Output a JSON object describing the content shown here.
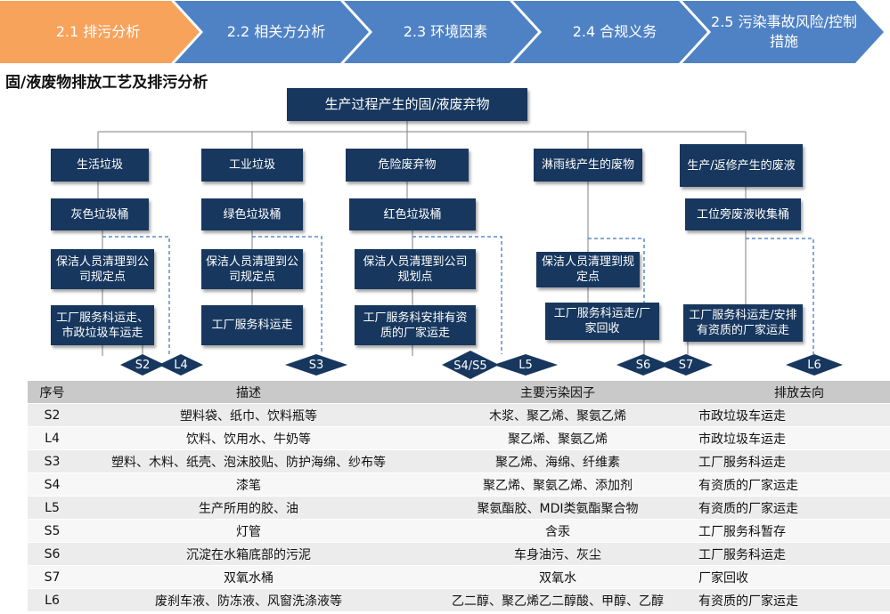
{
  "nav": {
    "steps": [
      {
        "label": "2.1 排污分析",
        "active": true
      },
      {
        "label": "2.2 相关方分析",
        "active": false
      },
      {
        "label": "2.3 环境因素",
        "active": false
      },
      {
        "label": "2.4 合规义务",
        "active": false
      },
      {
        "label": "2.5 污染事故风险/控制措施",
        "active": false
      }
    ],
    "colors": {
      "active": "#F7A35C",
      "inactive": "#4F82C4"
    }
  },
  "section_title": "固/液废物排放工艺及排污分析",
  "diagram": {
    "root": "生产过程产生的固/液废弃物",
    "columns": [
      {
        "category": "生活垃圾",
        "container": "灰色垃圾桶",
        "collect": "保洁人员清理到公司规定点",
        "transport": "工厂服务科运走、市政垃圾车运走",
        "tags": [
          "S2",
          "L4"
        ]
      },
      {
        "category": "工业垃圾",
        "container": "绿色垃圾桶",
        "collect": "保洁人员清理到公司规定点",
        "transport": "工厂服务科运走",
        "tags": [
          "S3"
        ]
      },
      {
        "category": "危险废弃物",
        "container": "红色垃圾桶",
        "collect": "保洁人员清理到公司规划点",
        "transport": "工厂服务科安排有资质的厂家运走",
        "tags": [
          "S4/S5",
          "L5"
        ]
      },
      {
        "category": "淋雨线产生的废物",
        "container": "",
        "collect": "保洁人员清理到规定点",
        "transport": "工厂服务科运走/厂家回收",
        "tags": [
          "S6",
          "S7"
        ]
      },
      {
        "category": "生产/返修产生的废液",
        "container": "工位旁废液收集桶",
        "collect": "",
        "transport": "工厂服务科运走/安排有资质的厂家运走",
        "tags": [
          "L6"
        ]
      }
    ],
    "colors": {
      "box": "#17375E",
      "line": "#7F7F7F",
      "dash": "#5B8BC9"
    }
  },
  "table": {
    "headers": [
      "序号",
      "描述",
      "主要污染因子",
      "排放去向"
    ],
    "rows": [
      [
        "S2",
        "塑料袋、纸巾、饮料瓶等",
        "木浆、聚乙烯、聚氨乙烯",
        "市政垃圾车运走"
      ],
      [
        "L4",
        "饮料、饮用水、牛奶等",
        "聚乙烯、聚氨乙烯",
        "市政垃圾车运走"
      ],
      [
        "S3",
        "塑料、木料、纸壳、泡沫胶贴、防护海绵、纱布等",
        "聚乙烯、海绵、纤维素",
        "工厂服务科运走"
      ],
      [
        "S4",
        "漆笔",
        "聚乙烯、聚氨乙烯、添加剂",
        "有资质的厂家运走"
      ],
      [
        "L5",
        "生产所用的胶、油",
        "聚氨酯胶、MDI类氨酯聚合物",
        "有资质的厂家运走"
      ],
      [
        "S5",
        "灯管",
        "含汞",
        "工厂服务科暂存"
      ],
      [
        "S6",
        "沉淀在水箱底部的污泥",
        "车身油污、灰尘",
        "工厂服务科运走"
      ],
      [
        "S7",
        "双氧水桶",
        "双氧水",
        "厂家回收"
      ],
      [
        "L6",
        "废刹车液、防冻液、风窗洗涤液等",
        "乙二醇、聚乙烯乙二醇酸、甲醇、乙醇",
        "有资质的厂家运走"
      ]
    ]
  }
}
